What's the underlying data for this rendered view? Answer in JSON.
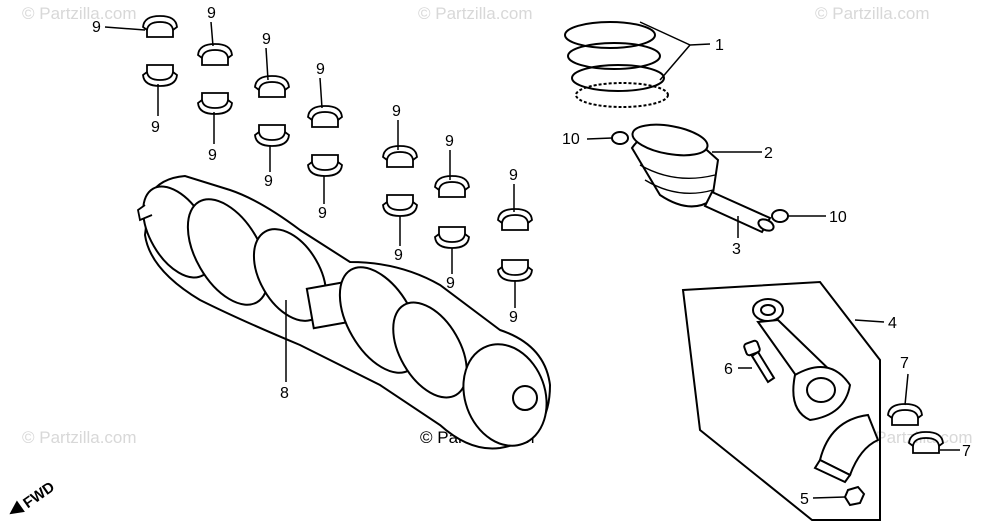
{
  "watermarks": {
    "top_left": "© Partzilla.com",
    "top_center": "© Partzilla.com",
    "top_right": "© Partzilla.com",
    "bottom_left": "© Partzilla.com",
    "bottom_right": "© Partzilla.com"
  },
  "credit": "© Partzilla.com",
  "fwd": "FWD",
  "callouts": {
    "piston_rings": "1",
    "piston": "2",
    "piston_pin": "3",
    "connecting_rod": "4",
    "rod_nut": "5",
    "rod_bolt": "6",
    "rod_bearing": "7",
    "crankshaft": "8",
    "main_bearing": "9",
    "pin_clip": "10"
  }
}
